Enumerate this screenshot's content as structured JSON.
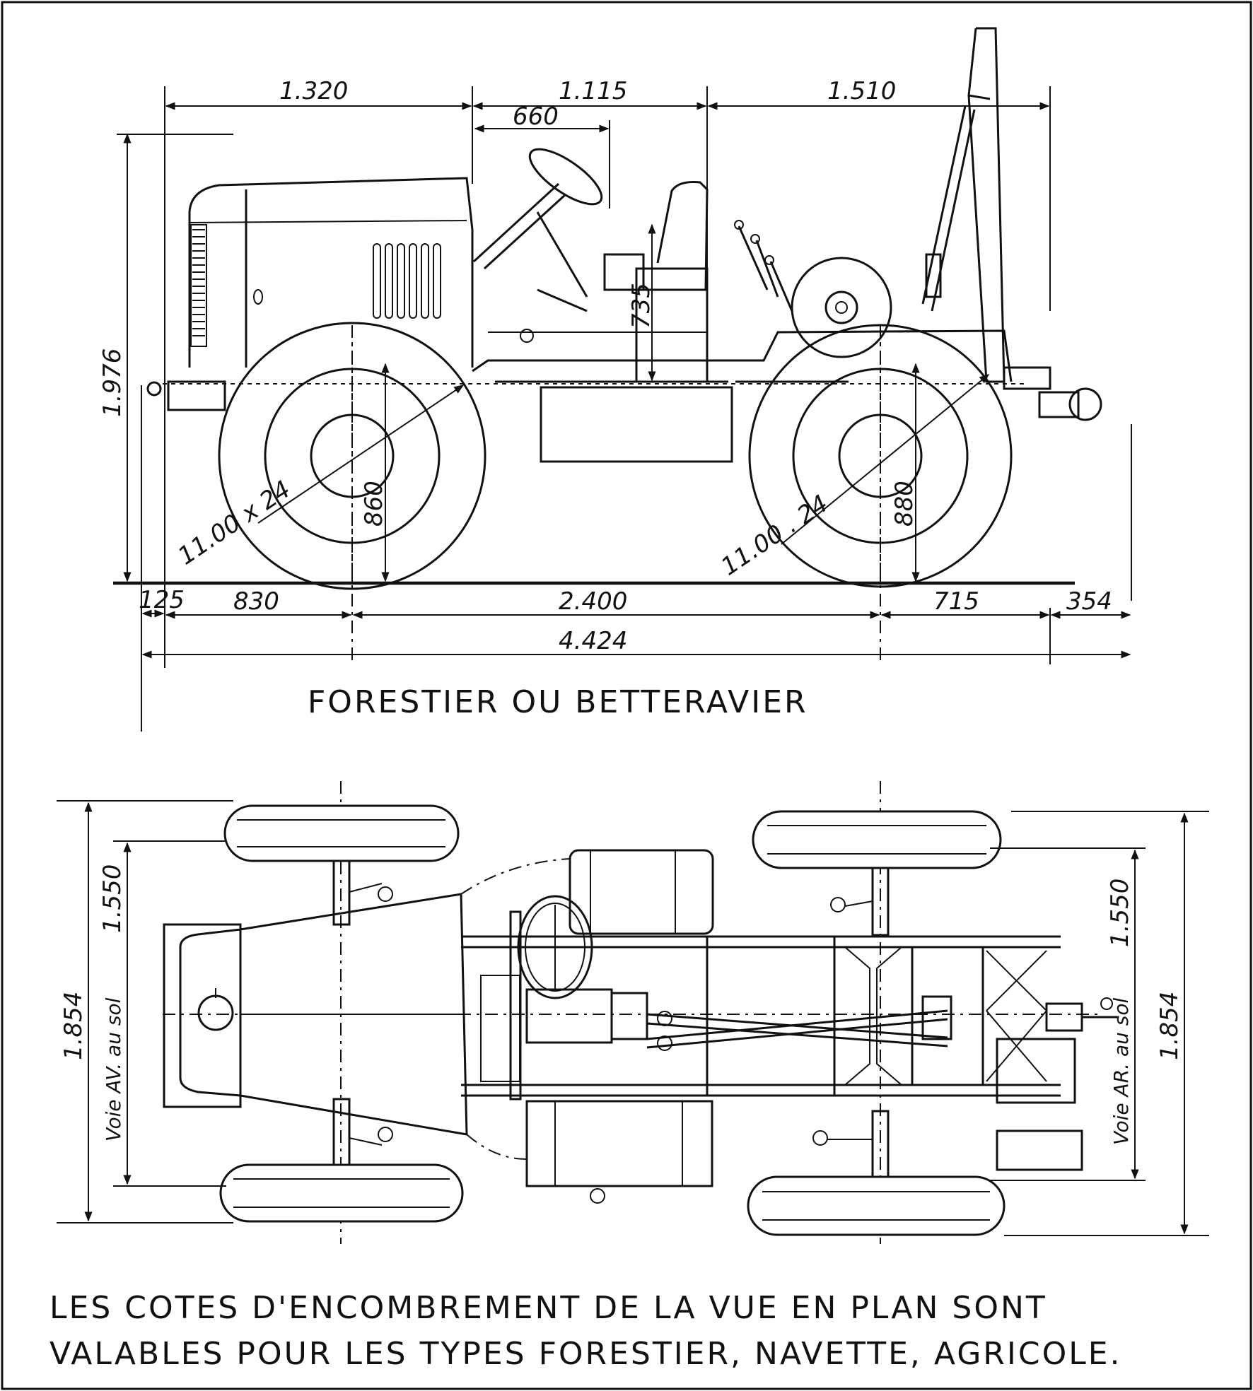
{
  "side_view": {
    "title": "FORESTIER OU BETTERAVIER",
    "dims": {
      "top_front": "1.320",
      "top_mid": "1.115",
      "top_seat": "660",
      "top_rear": "1.510",
      "height": "1.976",
      "seat_height": "735",
      "front_wheel_radius": "860",
      "rear_wheel_radius": "880",
      "front_tyre": "11.00 x 24",
      "rear_tyre": "11.00 . 24",
      "bottom_front_overhang": "125",
      "bottom_front": "830",
      "bottom_wheelbase": "2.400",
      "bottom_rear": "715",
      "bottom_rear_overhang": "354",
      "overall_length": "4.424"
    }
  },
  "plan_view": {
    "caption_line1": "LES COTES D'ENCOMBREMENT DE LA VUE EN PLAN SONT",
    "caption_line2": "VALABLES POUR LES TYPES FORESTIER, NAVETTE, AGRICOLE.",
    "dims": {
      "front_overall_width": "1.854",
      "front_track_value": "1.550",
      "front_track_label": "Voie AV. au sol",
      "rear_track_value": "1.550",
      "rear_track_label": "Voie AR. au sol",
      "rear_overall_width": "1.854"
    }
  }
}
